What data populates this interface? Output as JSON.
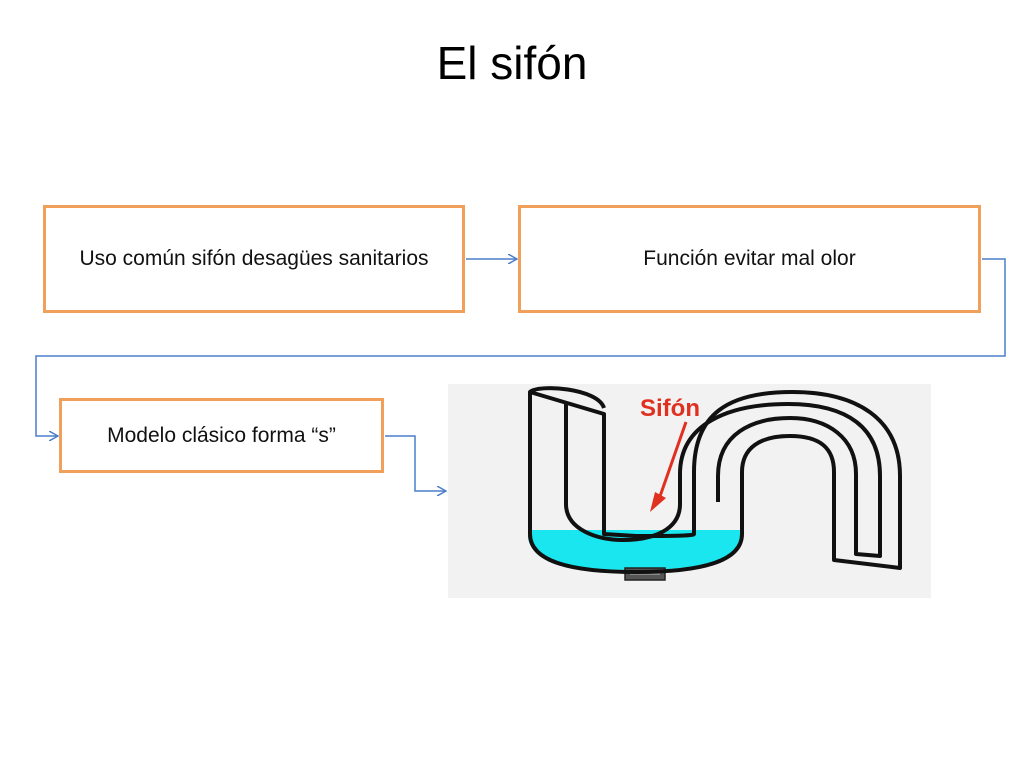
{
  "title": "El sifón",
  "nodes": [
    {
      "id": "box1",
      "label": "Uso común sifón desagües sanitarios"
    },
    {
      "id": "box2",
      "label": "Función evitar mal olor"
    },
    {
      "id": "box3",
      "label": "Modelo clásico forma  “s”"
    }
  ],
  "illustration": {
    "label": "Sifón",
    "label_color": "#e03020",
    "water_color": "#19e6ee"
  },
  "colors": {
    "box_border": "#f0a05a",
    "connector": "#4a7ec8"
  }
}
